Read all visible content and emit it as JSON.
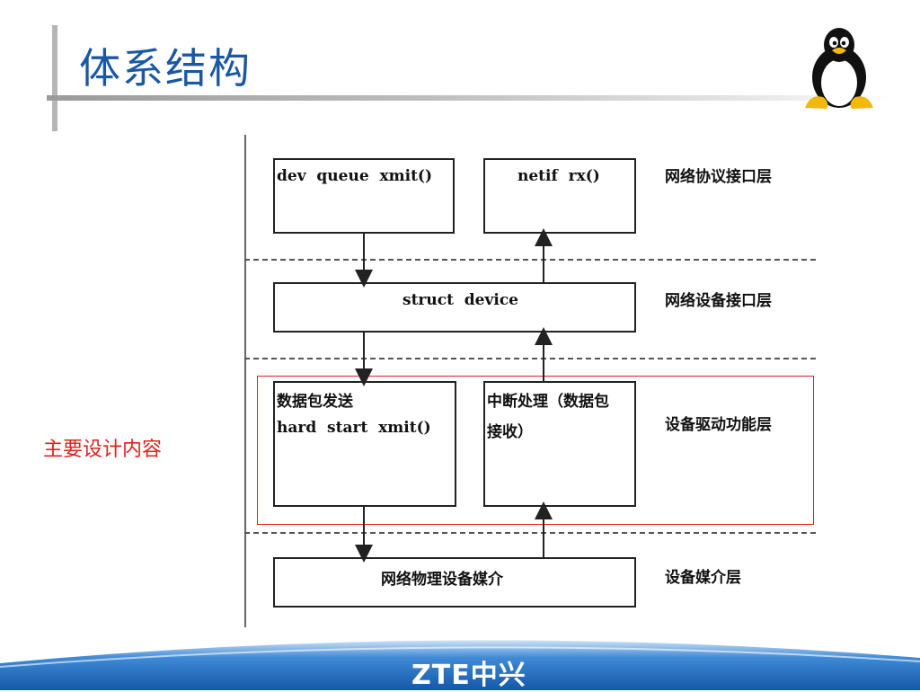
{
  "header": {
    "title": "体系结构"
  },
  "side_label": "主要设计内容",
  "diagram": {
    "boxes": {
      "dev_queue_xmit": "dev  queue  xmit()",
      "netif_rx": "netif  rx()",
      "struct_device": "struct  device",
      "send_line1": "数据包发送",
      "send_line2": "hard  start  xmit()",
      "irq_line1": "中断处理（数据包",
      "irq_line2": "接收）",
      "medium": "网络物理设备媒介"
    },
    "layers": {
      "protocol_interface": "网络协议接口层",
      "device_interface": "网络设备接口层",
      "driver_function": "设备驱动功能层",
      "media": "设备媒介层"
    }
  },
  "footer": {
    "brand": "ZTE中兴"
  },
  "colors": {
    "title": "#1b57a3",
    "highlight": "#e02020",
    "footer_blue": "#1f6cc4"
  }
}
